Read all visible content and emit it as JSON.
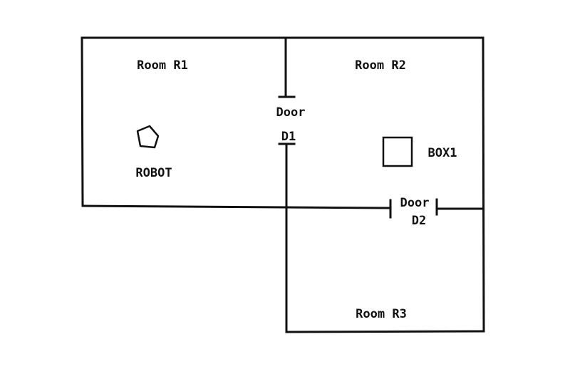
{
  "rooms": [
    {
      "label": "Room R1"
    },
    {
      "label": "Room R2"
    },
    {
      "label": "Room R3"
    }
  ],
  "doors": [
    {
      "word": "Door",
      "id": "D1"
    },
    {
      "word": "Door",
      "id": "D2"
    }
  ],
  "objects": {
    "robot": "ROBOT",
    "box": "BOX1"
  }
}
